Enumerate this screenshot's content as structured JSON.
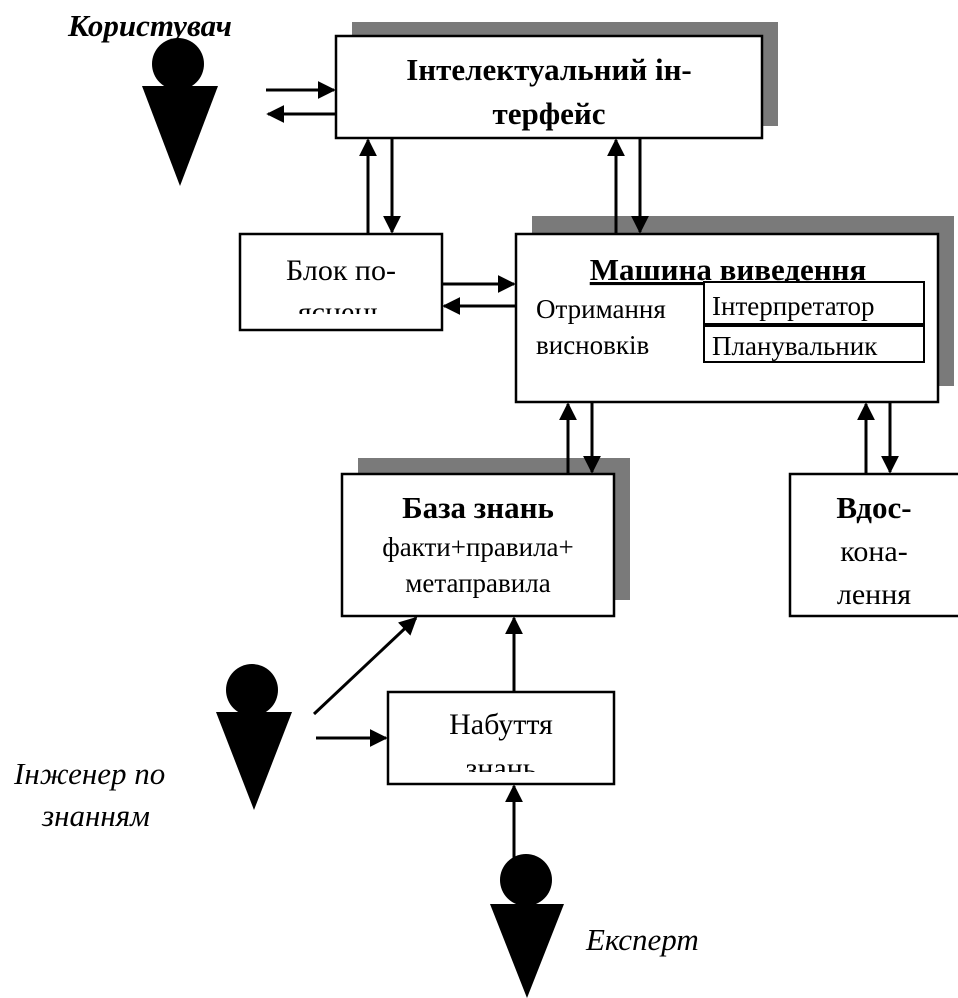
{
  "actors": {
    "user": "Користувач",
    "engineer_line1": "Інженер по",
    "engineer_line2": "знанням",
    "expert": "Експерт"
  },
  "blocks": {
    "interface": {
      "line1": "Інтелектуальний ін-",
      "line2": "терфейс"
    },
    "explanation": {
      "line1": "Блок по-",
      "line2": "яснень"
    },
    "inference": {
      "title": "Машина виведення",
      "label_line1": "Отримання",
      "label_line2": "висновків",
      "interpreter": "Інтерпретатор",
      "planner": "Планувальник"
    },
    "knowledge_base": {
      "title": "База знань",
      "line1": "факти+правила+",
      "line2": "метаправила"
    },
    "acquisition": {
      "line1": "Набуття",
      "line2": "знань"
    },
    "improvement": {
      "line1": "Вдос-",
      "line2": "кона-",
      "line3": "лення"
    }
  }
}
